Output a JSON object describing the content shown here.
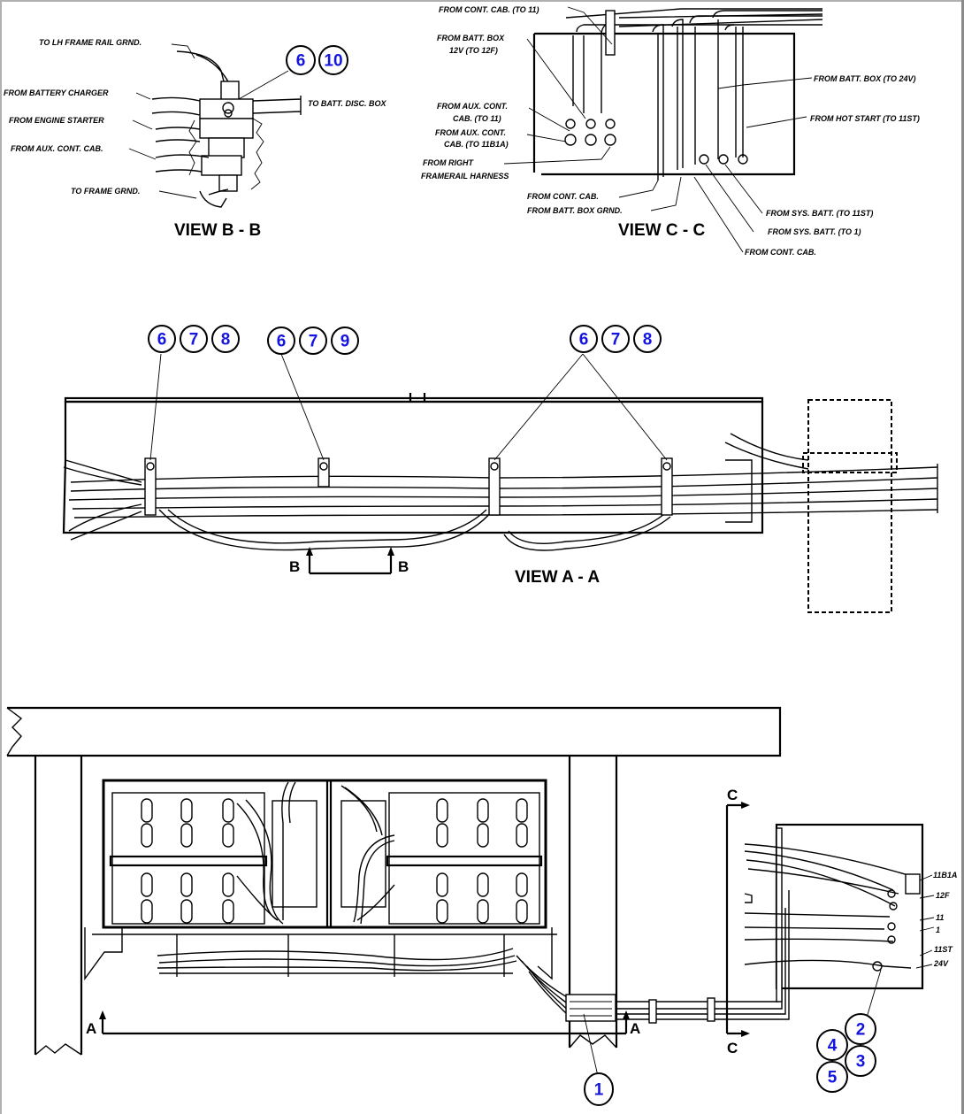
{
  "diagram": {
    "title": "Battery box wiring harness installation",
    "views": {
      "view_b": {
        "title": "VIEW B - B",
        "labels": [
          "TO LH FRAME RAIL GRND.",
          "FROM BATTERY CHARGER",
          "FROM ENGINE STARTER",
          "FROM AUX. CONT. CAB.",
          "TO FRAME GRND.",
          "TO BATT. DISC. BOX"
        ],
        "callouts": [
          "6",
          "10"
        ]
      },
      "view_c": {
        "title": "VIEW C - C",
        "labels": [
          "FROM CONT. CAB. (TO 11)",
          "FROM BATT. BOX",
          "12V (TO 12F)",
          "FROM AUX. CONT.",
          "CAB. (TO 11)",
          "FROM AUX. CONT.",
          "CAB. (TO 11B1A)",
          "FROM RIGHT",
          "FRAMERAIL HARNESS",
          "FROM CONT. CAB.",
          "FROM BATT. BOX GRND.",
          "FROM BATT. BOX (TO 24V)",
          "FROM HOT START (TO 11ST)",
          "FROM SYS. BATT. (TO 11ST)",
          "FROM SYS. BATT. (TO 1)",
          "FROM CONT. CAB."
        ]
      },
      "view_a": {
        "title": "VIEW A - A",
        "section_marker": "B",
        "callout_groups": [
          [
            "6",
            "7",
            "8"
          ],
          [
            "6",
            "7",
            "9"
          ],
          [
            "6",
            "7",
            "8"
          ]
        ]
      },
      "main": {
        "section_a": "A",
        "section_c": "C",
        "terminal_labels": [
          "11B1A",
          "12F",
          "11",
          "1",
          "11ST",
          "24V"
        ],
        "callout_1": "1",
        "callout_cluster": [
          "2",
          "3",
          "4",
          "5"
        ]
      }
    },
    "colors": {
      "line": "#000000",
      "callout_number": "#1515e0",
      "background": "#ffffff"
    }
  }
}
